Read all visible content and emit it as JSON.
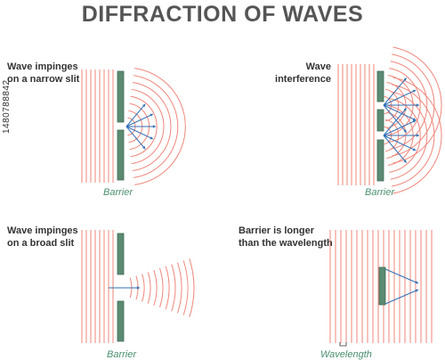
{
  "title": "DIFFRACTION OF WAVES",
  "panels": {
    "narrow_slit": {
      "label_lines": [
        "Wave impinges",
        "on a narrow slit"
      ],
      "caption": "Barrier"
    },
    "interference": {
      "label_lines": [
        "Wave",
        "interference"
      ],
      "caption": "Barrier"
    },
    "broad_slit": {
      "label_lines": [
        "Wave impinges",
        "on a broad slit"
      ],
      "caption": "Barrier"
    },
    "longer_barrier": {
      "label_lines": [
        "Barrier is longer",
        "than the wavelength"
      ],
      "caption": "Wavelength"
    }
  },
  "stock_id": "1480788842",
  "colors": {
    "wave": "#f0857a",
    "barrier": "#5b8a72",
    "barrier_edge": "#3f6b55",
    "arrow": "#2f6fb5",
    "title": "#555555",
    "caption": "#4a8f70"
  }
}
